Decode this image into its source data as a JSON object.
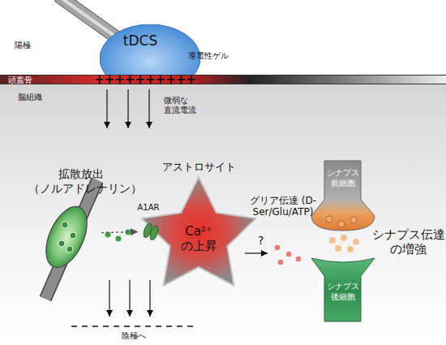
{
  "diagram": {
    "nodes": [
      {
        "text": [
          "tDCS"
        ]
      },
      {
        "text": [
          "頭蓋骨",
          "++++++++++"
        ]
      },
      {
        "text": [
          "拡散放出 （ノルアドレナリン）"
        ]
      },
      {
        "text": [
          "アストロサイト",
          "Ca²⁺ の上昇"
        ]
      },
      {
        "text": [
          "シナプス 前細胞"
        ]
      },
      {
        "text": [
          "シナプス 後細胞"
        ]
      }
    ],
    "edges": [
      {
        "from": 2,
        "to": 3,
        "arrow": "to"
      }
    ],
    "labels": [
      "陽極",
      "導電性ゲル",
      "脳組織",
      "微弱な 直流電流",
      "A1AR",
      "グリア伝達 (D-Ser/Glu/ATP)",
      "?",
      "シナプス伝達 の増強",
      "陰極へ"
    ]
  }
}
